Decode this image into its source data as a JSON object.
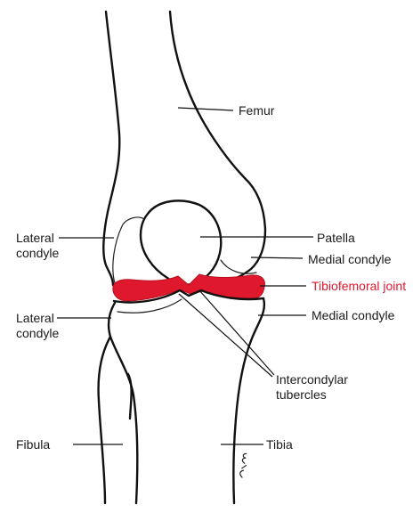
{
  "labels": {
    "femur": "Femur",
    "patella": "Patella",
    "lateral_condyle_femur": [
      "Lateral",
      "condyle"
    ],
    "medial_condyle_femur": "Medial condyle",
    "tibiofemoral_joint": "Tibiofemoral joint",
    "lateral_condyle_tibia": [
      "Lateral",
      "condyle"
    ],
    "medial_condyle_tibia": "Medial condyle",
    "intercondylar_tubercles": [
      "Intercondylar",
      "tubercles"
    ],
    "fibula": "Fibula",
    "tibia": "Tibia"
  },
  "colors": {
    "highlight": "#e0182e",
    "outline": "#111111",
    "background": "#ffffff"
  }
}
